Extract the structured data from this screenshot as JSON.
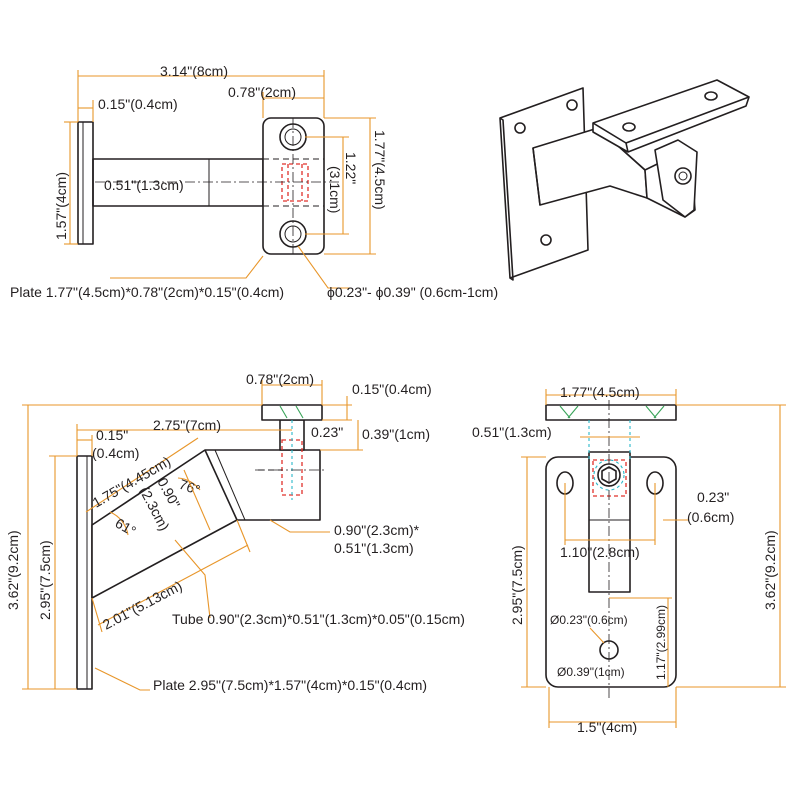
{
  "top_view": {
    "overall_length": "3.14\"(8cm)",
    "plate_width_top": "0.78\"(2cm)",
    "plate_thickness": "0.15\"(0.4cm)",
    "wall_plate_height": "1.57\"(4cm)",
    "tube_width": "0.51\"(1.3cm)",
    "hole_spacing": "1.22\"",
    "hole_spacing_cm": "(3.1cm)",
    "top_plate_length": "1.77\"(4.5cm)",
    "plate_spec": "Plate 1.77\"(4.5cm)*0.78\"(2cm)*0.15\"(0.4cm)",
    "hole_spec": "ϕ0.23\"- ϕ0.39\" (0.6cm-1cm)"
  },
  "side_view": {
    "plate_width": "0.78\"(2cm)",
    "plate_thickness": "0.15\"(0.4cm)",
    "reach": "2.75\"(7cm)",
    "wall_plate_thickness": "0.15\"",
    "wall_plate_thickness_cm": "(0.4cm)",
    "offset": "0.23\"",
    "post_height": "0.39\"(1cm)",
    "arm_length": "1.75\"(4.45cm)",
    "angle_top": "76°",
    "arm_depth": "0.90\"",
    "arm_depth_cm": "(2.3cm)",
    "angle_bottom": "61°",
    "arm_bottom_length": "2.01\"(5.13cm)",
    "tube_section": "0.90\"(2.3cm)*",
    "tube_section_2": "0.51\"(1.3cm)",
    "total_height": "3.62\"(9.2cm)",
    "plate_height": "2.95\"(7.5cm)",
    "tube_spec": "Tube 0.90\"(2.3cm)*0.51\"(1.3cm)*0.05\"(0.15cm)",
    "plate_spec": "Plate 2.95\"(7.5cm)*1.57\"(4cm)*0.15\"(0.4cm)"
  },
  "front_view": {
    "top_plate_length": "1.77\"(4.5cm)",
    "tube_width": "0.51\"(1.3cm)",
    "hole_dia_small": "0.23\"",
    "hole_dia_small_cm": "(0.6cm)",
    "hole_spacing": "1.10\"(2.8cm)",
    "plate_height": "2.95\"(7.5cm)",
    "total_height": "3.62\"(9.2cm)",
    "hole_small": "Ø0.23\"(0.6cm)",
    "hole_large": "Ø0.39\"(1cm)",
    "hole_offset": "1.17\"(2.99cm)",
    "plate_width": "1.5\"(4cm)"
  },
  "colors": {
    "line": "#231f20",
    "dimension": "#e8962a",
    "hidden_red": "#e0312b",
    "hidden_cyan": "#2ab7c9"
  }
}
